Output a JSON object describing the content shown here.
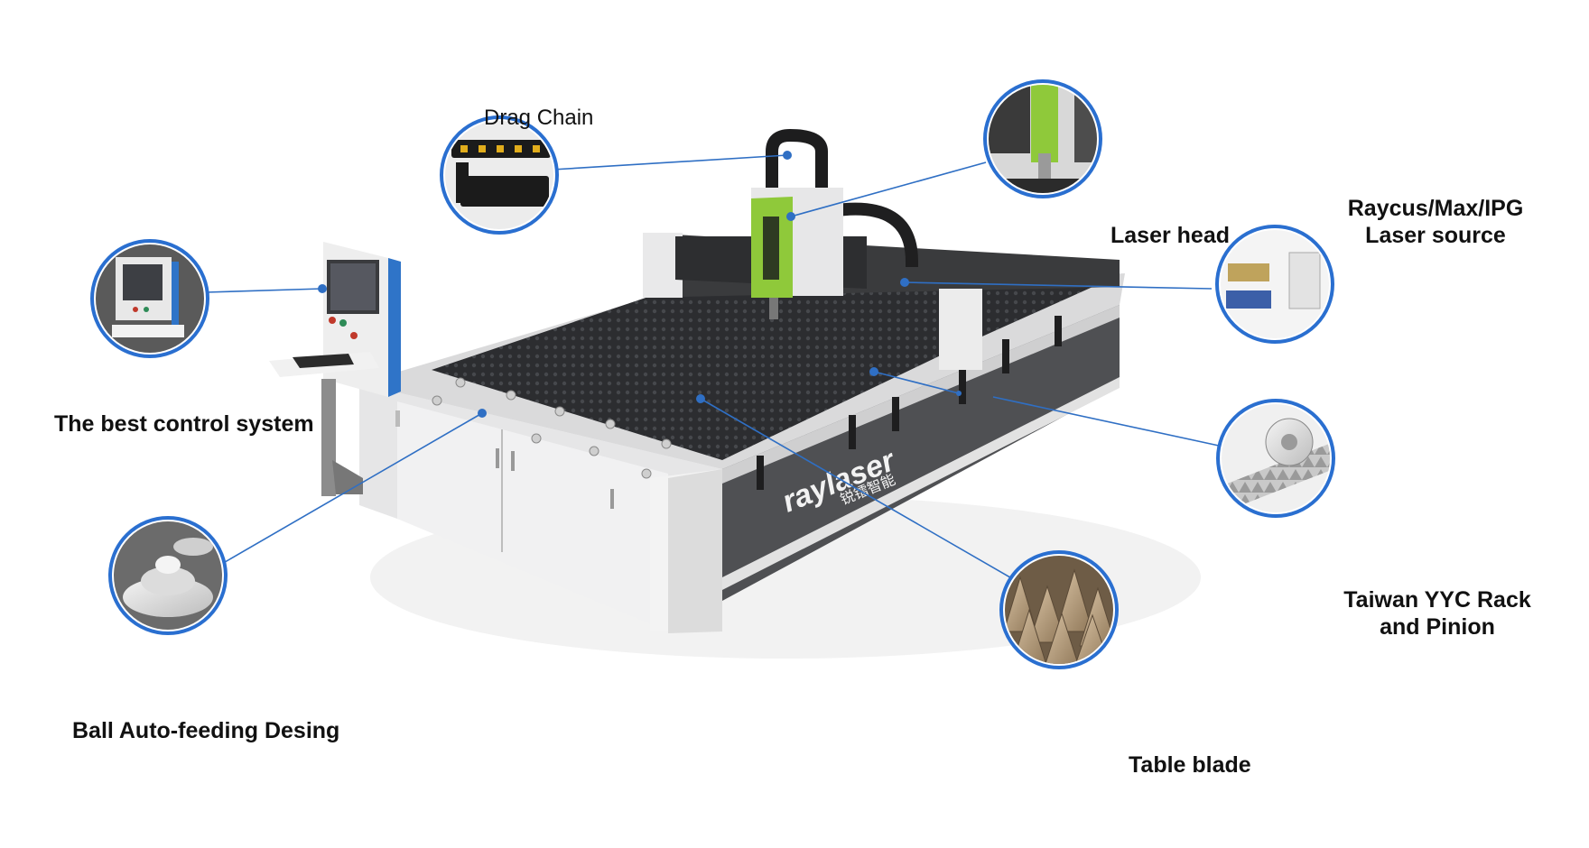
{
  "colors": {
    "callout_line": "#2f6fc4",
    "badge_ring": "#2a6fd0",
    "machine_body": "#e9e9ea",
    "machine_dark": "#555558",
    "bed": "#2a2b2d",
    "head_green": "#8fc93a"
  },
  "machine": {
    "brand_mark": "raylaser",
    "brand_mark_sub": "锐镭智能"
  },
  "callouts": [
    {
      "id": "drag-chain",
      "label": "Drag Chain",
      "icon": "drag-chain-photo"
    },
    {
      "id": "laser-head",
      "label": "Laser head",
      "icon": "laser-head-photo"
    },
    {
      "id": "laser-source",
      "label_line1": "Raycus/Max/IPG",
      "label_line2": "Laser source",
      "icon": "laser-source-photo"
    },
    {
      "id": "control-system",
      "label": "The best control system",
      "icon": "control-system-photo"
    },
    {
      "id": "rack-pinion",
      "label_line1": "Taiwan YYC Rack",
      "label_line2": "and Pinion",
      "icon": "rack-pinion-photo"
    },
    {
      "id": "ball-feeding",
      "label": "Ball Auto-feeding Desing",
      "icon": "ball-feeding-photo"
    },
    {
      "id": "table-blade",
      "label": "Table blade",
      "icon": "table-blade-photo"
    }
  ]
}
